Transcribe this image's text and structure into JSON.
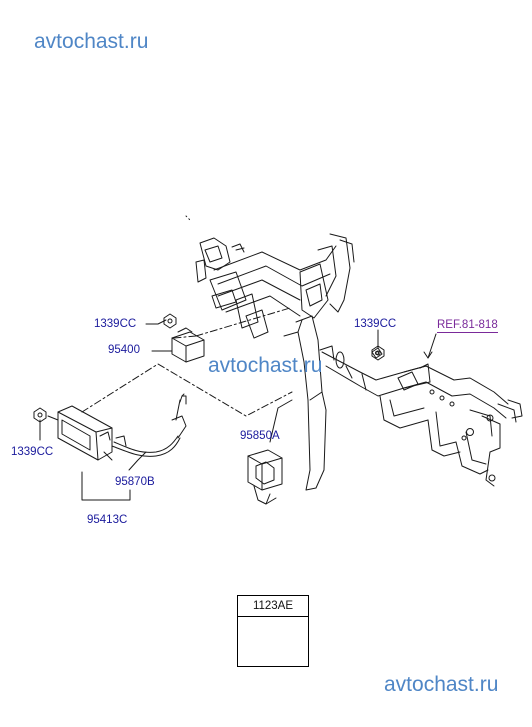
{
  "watermarks": [
    "avtochast.ru",
    "avtochast.ru",
    "avtochast.ru"
  ],
  "labels": {
    "bolt_upper_left": "1339CC",
    "module_upper": "95400",
    "bolt_left": "1339CC",
    "cable": "95870B",
    "module_assembly": "95413C",
    "bracket": "95850A",
    "bolt_right": "1339CC",
    "reference": "REF.81-818"
  },
  "legend": {
    "title": "1123AE"
  },
  "colors": {
    "label": "#1a1a9c",
    "reference": "#7a2a9a",
    "watermark": "#4f86c6",
    "line": "#1a1a1a"
  }
}
